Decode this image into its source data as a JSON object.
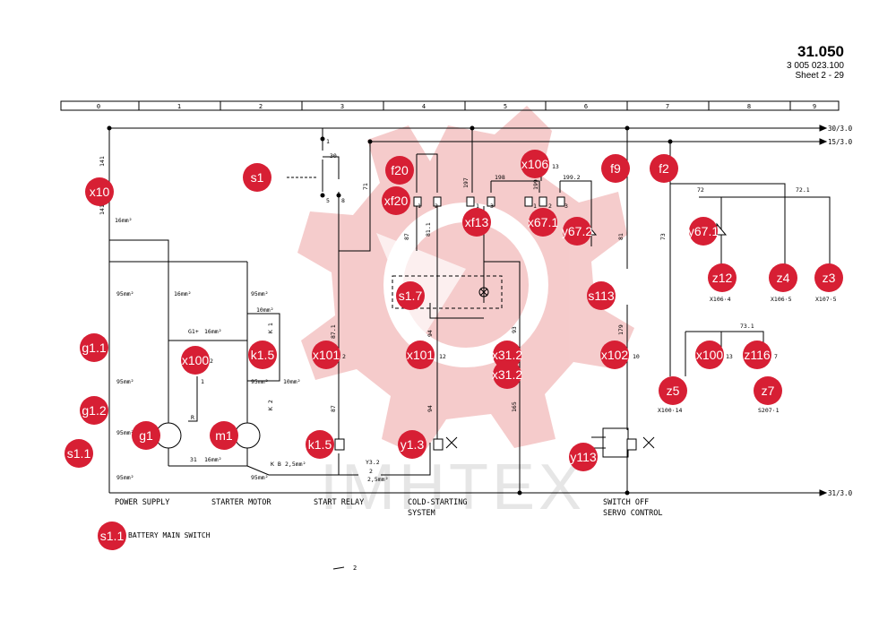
{
  "header": {
    "title": "31.050",
    "reference": "3 005 023.100",
    "sheet": "Sheet 2 - 29"
  },
  "ruler": [
    "0",
    "1",
    "2",
    "3",
    "4",
    "5",
    "6",
    "7",
    "8",
    "9"
  ],
  "rails": {
    "r30": "30/3.0",
    "r15": "15/3.0",
    "r31": "31/3.0"
  },
  "badges": {
    "x10": "x10",
    "s1": "s1",
    "f20": "f20",
    "xf20": "xf20",
    "x106": "x106",
    "f9": "f9",
    "f2": "f2",
    "xf13": "xf13",
    "x67a": "x67.1",
    "y67_2": "y67.2",
    "y67_1": "y67.1",
    "z12": "z12",
    "z4": "z4",
    "z3": "z3",
    "s1_7": "s1.7",
    "s113": "s113",
    "g1_1": "g1.1",
    "x100a": "x100",
    "k1_5a": "k1.5",
    "x101a": "x101",
    "x101b": "x101",
    "x31_2a": "x31.2",
    "x31_2b": "x31.2",
    "x102": "x102",
    "x100b": "x100",
    "z116": "z116",
    "z5": "z5",
    "z7": "z7",
    "g1_2": "g1.2",
    "g1": "g1",
    "m1": "m1",
    "s1_1a": "s1.1",
    "k1_5b": "k1.5",
    "y1_3": "y1.3",
    "y113": "y113",
    "s1_1b": "s1.1"
  },
  "labels": {
    "w141a": "141",
    "w141b": "141",
    "cs16a": "16mm²",
    "w30": "30",
    "p1": "1",
    "p5": "5",
    "p8": "8",
    "w71": "71",
    "cs95a": "95mm²",
    "cs16b": "16mm²",
    "cs95b": "95mm²",
    "cs10a": "10mm²",
    "g1plus": "G1+",
    "cs16c": "16mm²",
    "k1": "K 1",
    "w87a": "87",
    "w81_1": "81.1",
    "w87_1": "87.1",
    "xf20_1": "1",
    "xf20_2": "2",
    "w197": "197",
    "w198": "198",
    "w199": "199",
    "w199_2": "199.2",
    "xf13_1": "1",
    "xf13_3": "3",
    "x67_1": "1",
    "x67_2": "2",
    "x67_3": "3",
    "x106_13": "13",
    "w81": "81",
    "w73": "73",
    "w72": "72",
    "w72_1": "72.1",
    "x106_4": "X106·4",
    "x106_5": "X106·5",
    "x107_5": "X107·5",
    "x101_2": "2",
    "x101_12": "12",
    "w94a": "94",
    "w93": "93",
    "w179": "179",
    "x102_10": "10",
    "w73_1": "73.1",
    "x100_13": "13",
    "z116_7": "7",
    "cs95c": "95mm²",
    "cs95d": "95mm²",
    "cs10b": "10mm²",
    "k2": "K 2",
    "x100_2": "2",
    "d1": "1",
    "r": "R",
    "w87b": "87",
    "w94b": "94",
    "w165": "165",
    "cs95e": "95mm²",
    "w31": "31",
    "cs16d": "16mm²",
    "kb": "K B",
    "cs25a": "2,5mm²",
    "y3_2": "Y3.2",
    "p2": "2",
    "cs25b": "2,5mm²",
    "cs95f": "95mm²",
    "x100_14": "X100·14",
    "s207": "S207·1"
  },
  "captions": {
    "power": "POWER SUPPLY",
    "starter": "STARTER MOTOR",
    "relay": "START RELAY",
    "cold1": "COLD-STARTING",
    "cold2": "SYSTEM",
    "switch1": "SWITCH OFF",
    "switch2": "SERVO CONTROL"
  },
  "legend": {
    "battery": "BATTERY MAIN SWITCH",
    "stray": "2"
  },
  "watermark": "IMHTEX",
  "colors": {
    "badge": "#d71f34",
    "watermark": "#f4c6c6",
    "line": "#000000"
  }
}
